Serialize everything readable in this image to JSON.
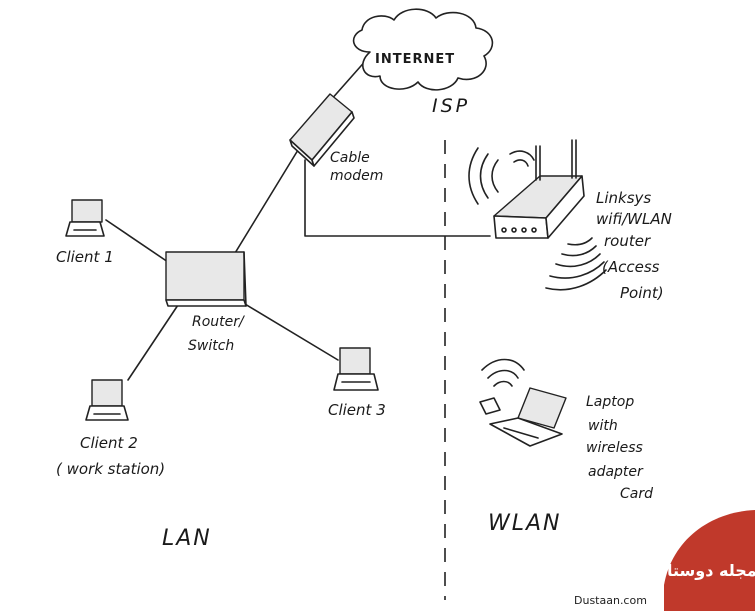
{
  "labels": {
    "internet": "INTERNET",
    "isp": "ISP",
    "cable_modem_line1": "Cable",
    "cable_modem_line2": "modem",
    "router_line1": "Linksys",
    "router_line2": "wifi/WLAN",
    "router_line3": "router",
    "router_line4": "(Access",
    "router_line5": "Point)",
    "switch_line1": "Router/",
    "switch_line2": "Switch",
    "client1": "Client 1",
    "client2_line1": "Client 2",
    "client2_line2": "( work station)",
    "client3": "Client 3",
    "laptop_line1": "Laptop",
    "laptop_line2": "with",
    "laptop_line3": "wireless",
    "laptop_line4": "adapter",
    "laptop_line5": "Card",
    "lan": "LAN",
    "wlan": "WLAN"
  },
  "watermark": {
    "site": "Dustaan.com",
    "badge": "مجله دوستان"
  },
  "colors": {
    "ink": "#222222",
    "paper": "#ffffff",
    "badge": "#c0392b"
  }
}
